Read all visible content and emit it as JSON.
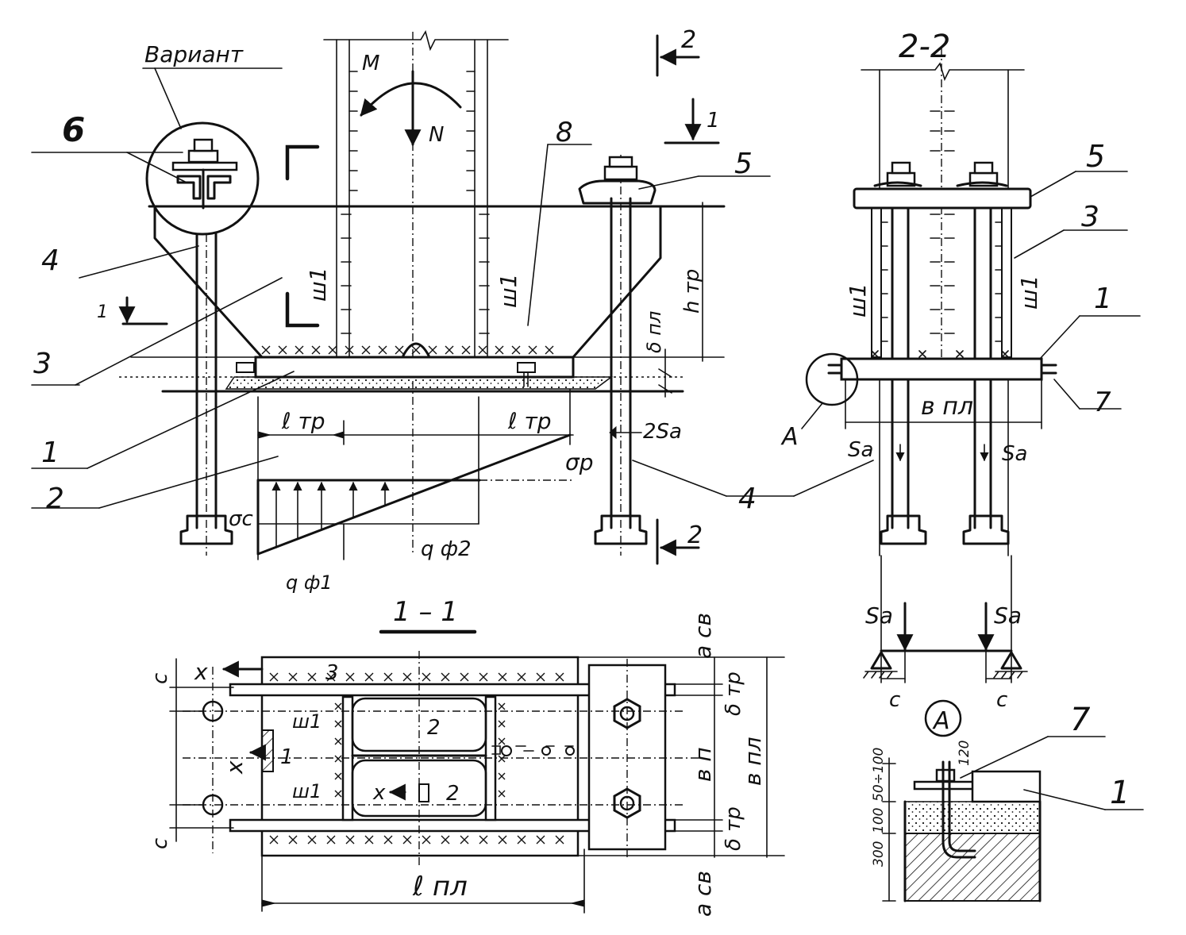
{
  "labels": {
    "variant": "Вариант",
    "section_1_1": "1 – 1",
    "section_2_2": "2-2",
    "detail_A_circle": "А",
    "detail_A": "А",
    "cut_1": "1",
    "cut_2": "2",
    "moment": "M",
    "axial_force": "N",
    "weld_sh1": "ш1",
    "h_tr": "h тр",
    "delta_pl": "δ пл",
    "two_sa": "2Sа",
    "l_tr": "ℓ тр",
    "sigma_p": "σр",
    "sigma_c": "σс",
    "q_f1": "q ф1",
    "q_f2": "q ф2",
    "a_sv": "а св",
    "delta_tr": "δ тр",
    "b_p": "в п",
    "b_pl": "в пл",
    "l_pl": "ℓ пл",
    "c": "с",
    "s_a": "Sа",
    "x": "x",
    "dim_120": "120",
    "dim_50_100": "50÷100",
    "dim_100": "100",
    "dim_300": "300"
  },
  "callouts": [
    "1",
    "2",
    "3",
    "4",
    "5",
    "6",
    "7",
    "8"
  ]
}
